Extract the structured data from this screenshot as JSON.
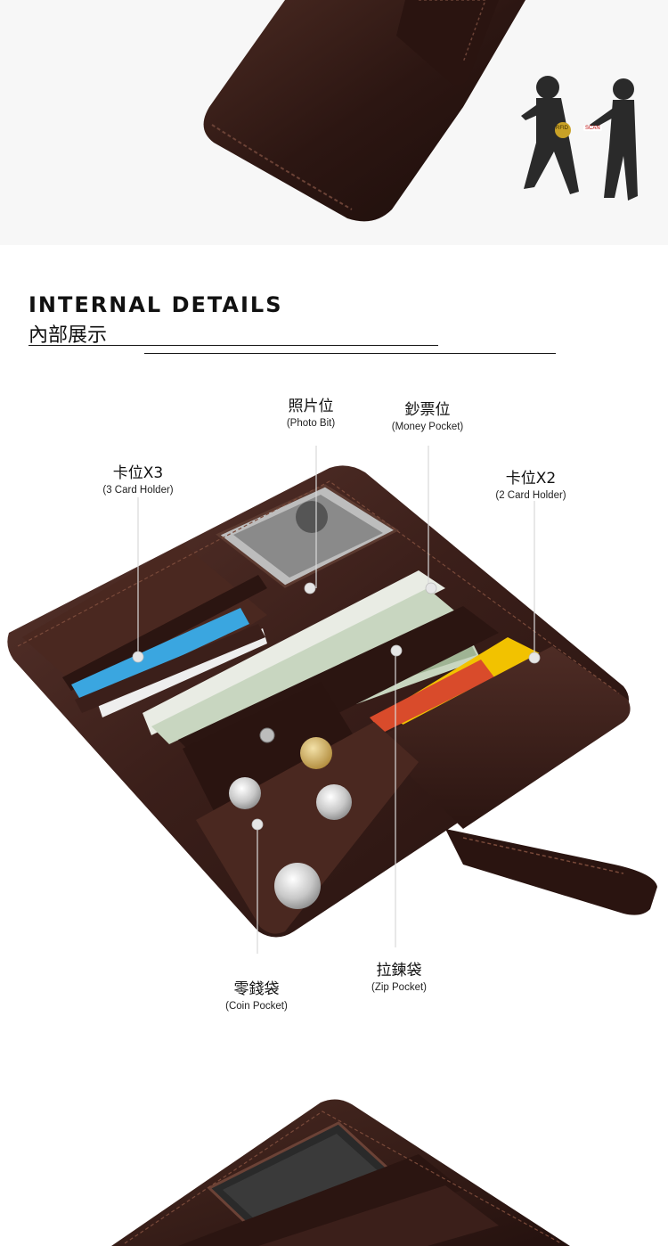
{
  "top_badge": {
    "left": "RFID",
    "right": "SCAN"
  },
  "section": {
    "title_en": "INTERNAL DETAILS",
    "title_zh": "內部展示"
  },
  "callouts": {
    "photo": {
      "zh": "照片位",
      "en": "(Photo Bit)"
    },
    "money": {
      "zh": "鈔票位",
      "en": "(Money Pocket)"
    },
    "card3": {
      "zh": "卡位X3",
      "en": "(3 Card Holder)"
    },
    "card2": {
      "zh": "卡位X2",
      "en": "(2 Card Holder)"
    },
    "zip": {
      "zh": "拉鍊袋",
      "en": "(Zip Pocket)"
    },
    "coin": {
      "zh": "零錢袋",
      "en": "(Coin Pocket)"
    }
  },
  "colors": {
    "leather": "#3b1f1a",
    "leather_dark": "#24110e",
    "leather_light": "#5a352d",
    "stitch": "#7a4a3a",
    "leader_line": "#d9d9d9",
    "card_blue": "#3aa6e0",
    "card_yellow": "#f2c200",
    "cash_green": "#c8d6c0"
  }
}
